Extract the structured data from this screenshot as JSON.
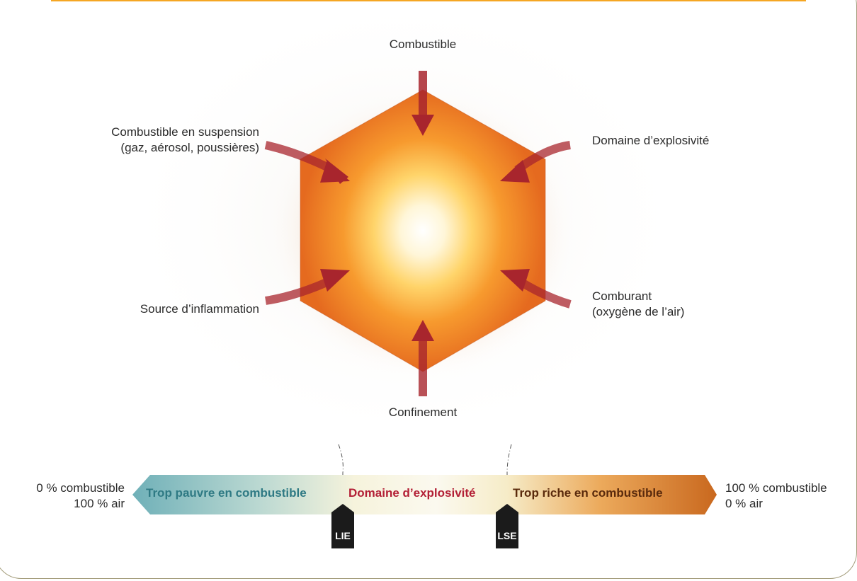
{
  "hexagon": {
    "top": "Combustible",
    "upper_left_line1": "Combustible en suspension",
    "upper_left_line2": "(gaz, aérosol, poussières)",
    "upper_right": "Domaine d’explosivité",
    "lower_left": "Source d’inflammation",
    "lower_right_line1": "Comburant",
    "lower_right_line2": "(oxygène de l’air)",
    "bottom": "Confinement"
  },
  "scale": {
    "left_line1": "0 % combustible",
    "left_line2": "100 % air",
    "right_line1": "100 % combustible",
    "right_line2": "0 % air",
    "zone_lean": "Trop pauvre en combustible",
    "zone_explosive": "Domaine d’explosivité",
    "zone_rich": "Trop riche en combustible",
    "marker_lower": "LIE",
    "marker_upper": "LSE"
  },
  "colors": {
    "accent_rule": "#f5a623",
    "lean_text": "#2f7a84",
    "explosive_text": "#b32036",
    "rich_text": "#5a2a0c",
    "arrow": "#a8252d",
    "hexagon": "#e8742a"
  }
}
